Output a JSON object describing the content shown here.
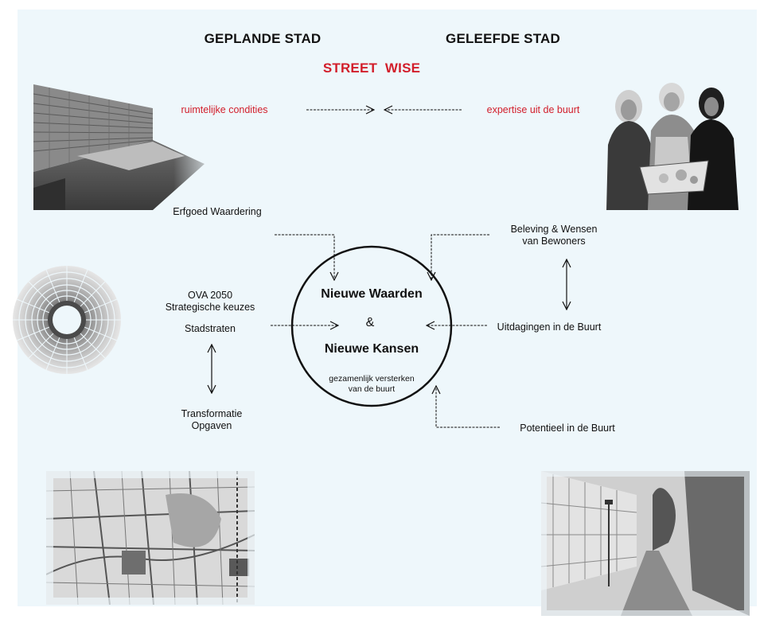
{
  "header": {
    "left_title": "GEPLANDE STAD",
    "right_title": "GELEEFDE STAD",
    "subtitle": "STREET  WISE"
  },
  "top_row": {
    "left_label": "ruimtelijke condities",
    "right_label": "expertise uit de buurt"
  },
  "left_column": {
    "heritage": "Erfgoed Waardering",
    "ova_line1": "OVA 2050",
    "ova_line2": "Strategische keuzes",
    "stadstraten": "Stadstraten",
    "transform_line1": "Transformatie",
    "transform_line2": "Opgaven"
  },
  "right_column": {
    "beleving_line1": "Beleving & Wensen",
    "beleving_line2": "van Bewoners",
    "uitdagingen": "Uitdagingen in de Buurt",
    "potentieel": "Potentieel in de Buurt"
  },
  "center": {
    "line1": "Nieuwe Waarden",
    "amp": "&",
    "line2": "Nieuwe Kansen",
    "sub1": "gezamenlijk versterken",
    "sub2": "van de buurt"
  },
  "colors": {
    "background": "#eef7fb",
    "accent_red": "#d21e2b",
    "text": "#111111"
  }
}
